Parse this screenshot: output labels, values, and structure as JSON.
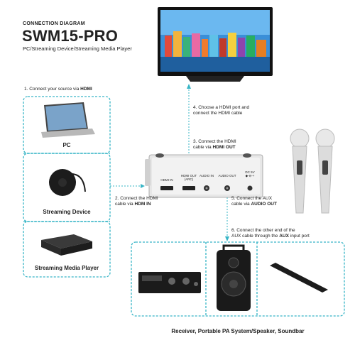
{
  "header": {
    "subtitle": "CONNECTION DIAGRAM",
    "title": "SWM15-PRO",
    "description": "PC/Streaming Device/Streaming Media Player"
  },
  "steps": {
    "s1_pre": "1. Connect your source via ",
    "s1_bold": "HDMI",
    "s2_l1": "2. Connect the HDMI",
    "s2_pre": "cable via ",
    "s2_bold": "HDM IN",
    "s3_l1": "3. Connect the HDMI",
    "s3_pre": "cable via ",
    "s3_bold": "HDMI OUT",
    "s4_l1": "4. Choose a HDMI port and",
    "s4_l2": "connect the HDMI cable",
    "s5_l1": "5. Connect the AUX",
    "s5_pre": "cable via ",
    "s5_bold": "AUDIO OUT",
    "s6_l1": "6. Connect the other end of the",
    "s6_pre": "AUX cable through the ",
    "s6_bold": "AUX",
    "s6_post": " input port"
  },
  "sources": {
    "pc": "PC",
    "streaming_device": "Streaming Device",
    "media_player": "Streaming Media Player"
  },
  "device_ports": {
    "hdmi_in": "HDMI IN",
    "hdmi_out_l1": "HDMI OUT",
    "hdmi_out_l2": "(ARC)",
    "audio_in": "AUDIO IN",
    "audio_out": "AUDIO OUT",
    "dc_l1": "DC 5V",
    "dc_l2": "◆-⊖-+"
  },
  "outputs": {
    "caption": "Receiver, Portable PA System/Speaker, Soundbar"
  },
  "colors": {
    "accent": "#37b5c6",
    "text": "#222222"
  }
}
